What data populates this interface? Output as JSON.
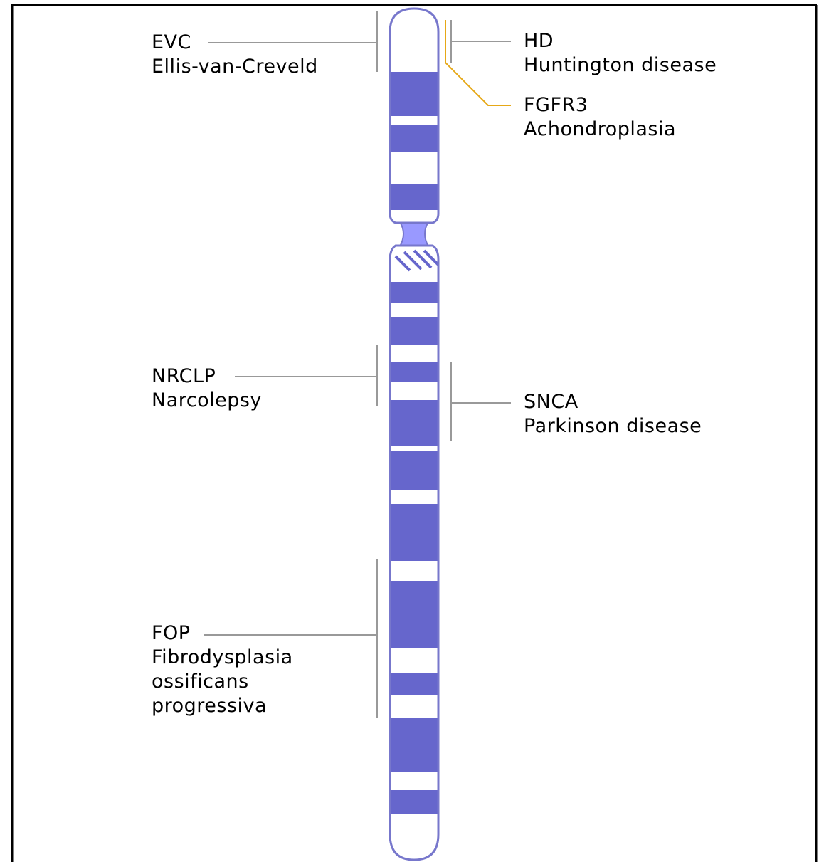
{
  "colors": {
    "band_dark": "#6666cc",
    "band_light": "#ffffff",
    "centromere": "#9999ff",
    "outline": "#7777cc",
    "leader_gray": "#999999",
    "leader_orange": "#e6a817",
    "frame": "#000000"
  },
  "annotations": {
    "evc": {
      "gene": "EVC",
      "disease_lines": [
        "Ellis-van-Creveld"
      ]
    },
    "hd": {
      "gene": "HD",
      "disease_lines": [
        "Huntington disease"
      ]
    },
    "fgfr3": {
      "gene": "FGFR3",
      "disease_lines": [
        "Achondroplasia"
      ]
    },
    "nrclp": {
      "gene": "NRCLP",
      "disease_lines": [
        "Narcolepsy"
      ]
    },
    "snca": {
      "gene": "SNCA",
      "disease_lines": [
        "Parkinson disease"
      ]
    },
    "fop": {
      "gene": "FOP",
      "disease_lines": [
        "Fibrodysplasia",
        "ossificans",
        "progressiva"
      ]
    }
  }
}
